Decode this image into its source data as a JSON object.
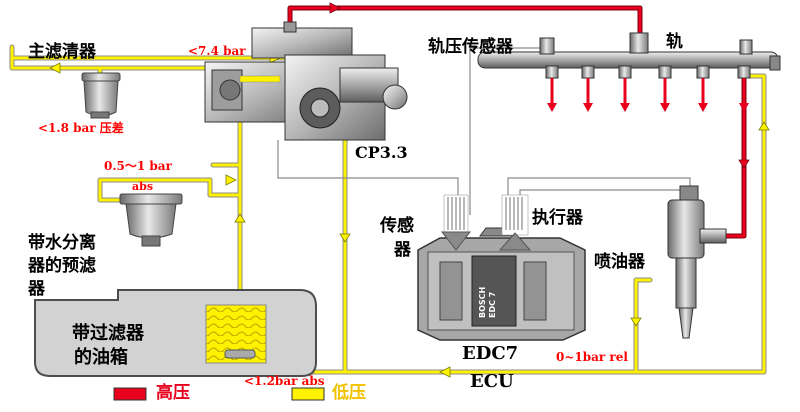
{
  "labels": {
    "main_filter": "主滤清器",
    "pump": "CP3.3",
    "rail_sensor": "轨压传感器",
    "rail": "轨",
    "sensor": [
      "传感",
      "器"
    ],
    "actuator": "执行器",
    "water_separator": [
      "带水分离",
      "器的预滤",
      "器"
    ],
    "tank": [
      "带过滤器",
      "的油箱"
    ],
    "injector": "喷油器",
    "ecu_model": "EDC7",
    "ecu": "ECU",
    "ecu_chip": [
      "BOSCH",
      "EDC 7"
    ]
  },
  "pressures": {
    "p_7_4": "<7.4 bar",
    "p_1_8": "<1.8 bar 压差",
    "p_0_5_1": "0.5～1 bar",
    "abs": "abs",
    "p_1_2": "<1.2bar abs",
    "p_rel": "0~1bar rel"
  },
  "legend": {
    "high": "高压",
    "low": "低压",
    "high_color": "#e8001c",
    "low_color": "#f5f06a"
  }
}
